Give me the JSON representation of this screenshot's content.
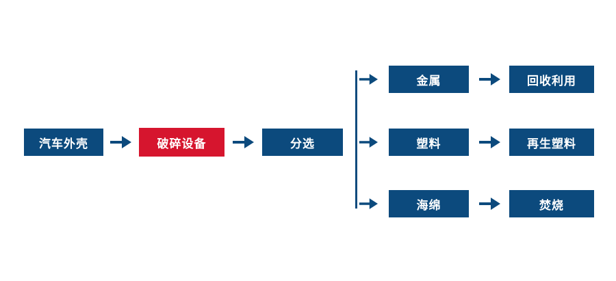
{
  "colors": {
    "blue": "#0c4a7d",
    "red": "#d6152e",
    "background": "#ffffff",
    "node_text": "#ffffff"
  },
  "flow": {
    "source": "汽车外壳",
    "process": "破碎设备",
    "sort": "分选",
    "branches": [
      {
        "material": "金属",
        "result": "回收利用"
      },
      {
        "material": "塑料",
        "result": "再生塑料"
      },
      {
        "material": "海绵",
        "result": "焚烧"
      }
    ]
  }
}
